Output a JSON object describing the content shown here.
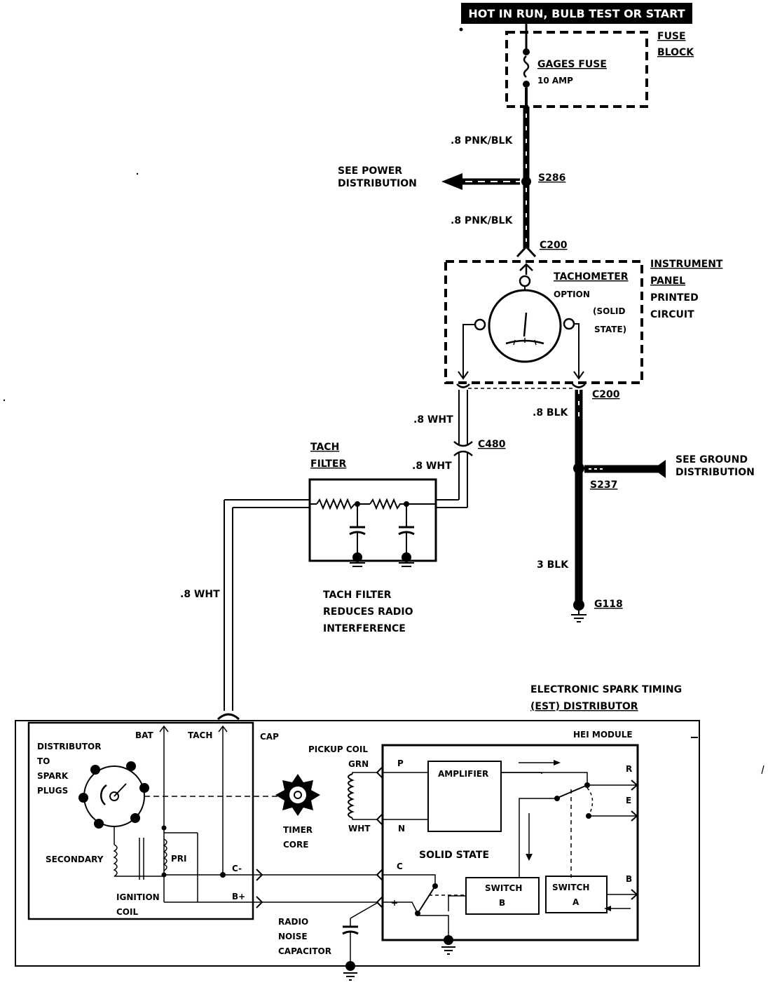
{
  "banner": "HOT IN RUN, BULB TEST OR START",
  "fuse_block": {
    "line1": "FUSE",
    "line2": "BLOCK"
  },
  "gages_fuse": {
    "name": "GAGES FUSE",
    "rating": "10 AMP"
  },
  "wires": {
    "pnk_blk_upper": ".8 PNK/BLK",
    "pnk_blk_lower": ".8 PNK/BLK",
    "wht_c200": ".8 WHT",
    "wht_c480": ".8 WHT",
    "wht_long": ".8 WHT",
    "blk_c200": ".8 BLK",
    "blk_3": "3 BLK"
  },
  "see_power": {
    "line1": "SEE POWER",
    "line2": "DISTRIBUTION"
  },
  "see_ground": {
    "line1": "SEE GROUND",
    "line2": "DISTRIBUTION"
  },
  "connectors": {
    "s286": "S286",
    "c200_top": "C200",
    "c200_bottom": "C200",
    "c480": "C480",
    "s237": "S237",
    "g118": "G118"
  },
  "tachometer": {
    "name": "TACHOMETER",
    "option": "OPTION",
    "solid1": "(SOLID",
    "solid2": "STATE)"
  },
  "instrument_panel": {
    "line1": "INSTRUMENT",
    "line2": "PANEL",
    "line3": "PRINTED",
    "line4": "CIRCUIT"
  },
  "tach_filter": {
    "title1": "TACH",
    "title2": "FILTER",
    "note1": "TACH FILTER",
    "note2": "REDUCES RADIO",
    "note3": "INTERFERENCE"
  },
  "est_distributor": {
    "line1": "ELECTRONIC SPARK TIMING",
    "line2": "(EST) DISTRIBUTOR"
  },
  "distributor": {
    "dist1": "DISTRIBUTOR",
    "dist2": "TO",
    "dist3": "SPARK",
    "dist4": "PLUGS",
    "bat": "BAT",
    "tach": "TACH",
    "cap": "CAP",
    "secondary": "SECONDARY",
    "pri": "PRI",
    "ign1": "IGNITION",
    "ign2": "COIL",
    "c_term": "C-",
    "b_term": "B+",
    "pickup_coil": "PICKUP COIL",
    "grn": "GRN",
    "wht": "WHT",
    "timer1": "TIMER",
    "timer2": "CORE",
    "radio1": "RADIO",
    "radio2": "NOISE",
    "radio3": "CAPACITOR"
  },
  "hei": {
    "title": "HEI MODULE",
    "amplifier": "AMPLIFIER",
    "solid_state": "SOLID STATE",
    "p": "P",
    "n": "N",
    "r": "R",
    "e": "E",
    "b": "B",
    "c": "C",
    "plus": "+",
    "switch_b1": "SWITCH",
    "switch_b2": "B",
    "switch_a1": "SWITCH",
    "switch_a2": "A"
  },
  "colors": {
    "line": "#000000",
    "background": "#ffffff",
    "banner_bg": "#000000",
    "banner_text": "#ffffff"
  }
}
